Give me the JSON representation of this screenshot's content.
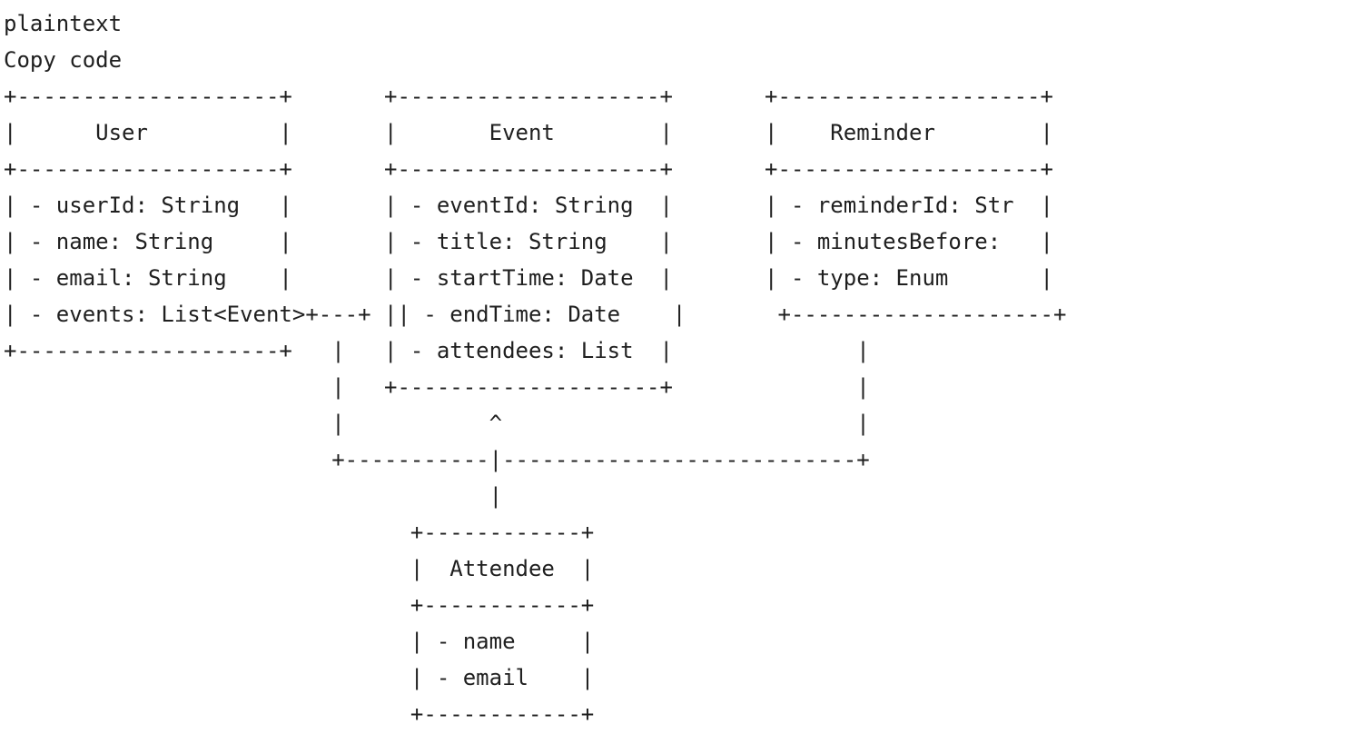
{
  "code_block": {
    "language_label": "plaintext",
    "copy_label": "Copy code",
    "lines": [
      "+--------------------+       +--------------------+       +--------------------+",
      "|      User          |       |       Event        |       |    Reminder        |",
      "+--------------------+       +--------------------+       +--------------------+",
      "| - userId: String   |       | - eventId: String  |       | - reminderId: Str  |",
      "| - name: String     |       | - title: String    |       | - minutesBefore:   |",
      "| - email: String    |       | - startTime: Date  |       | - type: Enum       |",
      "| - events: List<Event>+---+ || - endTime: Date    |       +--------------------+",
      "+--------------------+   |   | - attendees: List  |              |",
      "                         |   +--------------------+              |",
      "                         |           ^                           |",
      "                         +-----------|---------------------------+",
      "                                     |",
      "                               +------------+",
      "                               |  Attendee  |",
      "                               +------------+",
      "                               | - name     |",
      "                               | - email    |",
      "                               +------------+"
    ]
  }
}
